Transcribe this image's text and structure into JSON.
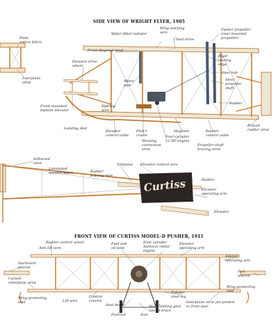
{
  "headings": {
    "side_view": "SIDE VIEW OF WRIGHT FLYER, 1905",
    "front_view": "FRONT VIEW OF CURTISS MODEL-D PUSHER, 1911"
  },
  "logo_text": "Curtiss",
  "colors": {
    "wood": "#c87a2e",
    "fabric": "#ede6d2",
    "metal": "#6f7f8f",
    "wire": "#8a8a8a",
    "leader": "#555555",
    "dark_panel": "#2a2422"
  },
  "wright_labels": {
    "plain_cotton_fabric": "Plain\ncotton fabric",
    "interplane_strut": "Interplane\nstrut",
    "elevator_drive_wheel": "Elevator drive\nwheel",
    "front_mounted_biplane_elevator": "Front-mounted\nbiplane elevator",
    "landing_skid": "Landing skid",
    "front_diagonal_strut": "Front diagonal strut",
    "water_pipe": "Water\npipe",
    "bracing_wire": "Bracing\nwire",
    "elevator_control_cable": "Elevator\ncontrol cable",
    "pilots_cradle": "Pilot's\ncradle",
    "warping_connection_strut": "Warping\nconnection\nstrut",
    "water_filled_radiator": "Water-filled radiator",
    "wing_warping_wire": "Wing warping\nwire",
    "chain_drive": "Chain drive",
    "magneto": "Magneto",
    "four_cylinder_engine": "Four-cylinder\n12 HP engine",
    "pusher_propeller": "Pusher propeller\n(rear-mounted\npropeller)",
    "rigid_leading_edge": "Rigid\nleading\nedge",
    "steel_hub": "Steel hub",
    "steel_propeller_shaft": "Steel\npropeller\nshaft",
    "rudder": "Rudder",
    "rudder_control_cable": "Rudder\ncontrol cable",
    "braced_rudder_strut": "Braced\nrudder strut",
    "propeller_shaft_bracing_strut": "Propeller-shaft\nbracing strut"
  },
  "curtiss_side_labels": {
    "softwood_strut": "Softwood\nstrut",
    "laminated_wooden_boom": "Laminated\nwooden boom",
    "rudder_bracing_wire": "Rudder\nbracing wire",
    "tailplane": "Tailplane",
    "elevator_control_wire": "Elevator control wire",
    "rudder": "Rudder",
    "elevator_operating_arm": "Elevator\noperating arm",
    "elevator": "Elevator"
  },
  "curtiss_front_labels": {
    "rudder_control_wheel": "Rudder control wheel",
    "anti_lift_wire": "Anti-lift wire",
    "fuel_and_oil_tank": "Fuel and\noil tank",
    "nine_cylinder_engine": "Nine cylinder\nSalmson radial\nengine",
    "elevator_operating_arm": "Elevator\noperating arm",
    "aileron_operating_arm": "Aileron\noperating arm",
    "starboard_aileron": "Starboard\naileron",
    "port_aileron": "Port\naileron",
    "curved_interplane_strut": "Curved\ninterplane strut",
    "wing_protecting_skid_left": "Wing-protecting\nskid",
    "lift_wire": "Lift wire",
    "control_column": "Control\ncolumn",
    "seat_beam": "Seat beam",
    "footrest": "Footrest",
    "axle": "Axle",
    "main_landing_gear_lateral_brace": "Main landing gear\nlateral brace",
    "tubular_steel_leg": "Tubular\nsteel leg",
    "interplane_strut_pin_jointed": "Interplane strut pin-jointed\nto front spar",
    "wing_protecting_skid_right": "Wing-protecting\nskid"
  }
}
